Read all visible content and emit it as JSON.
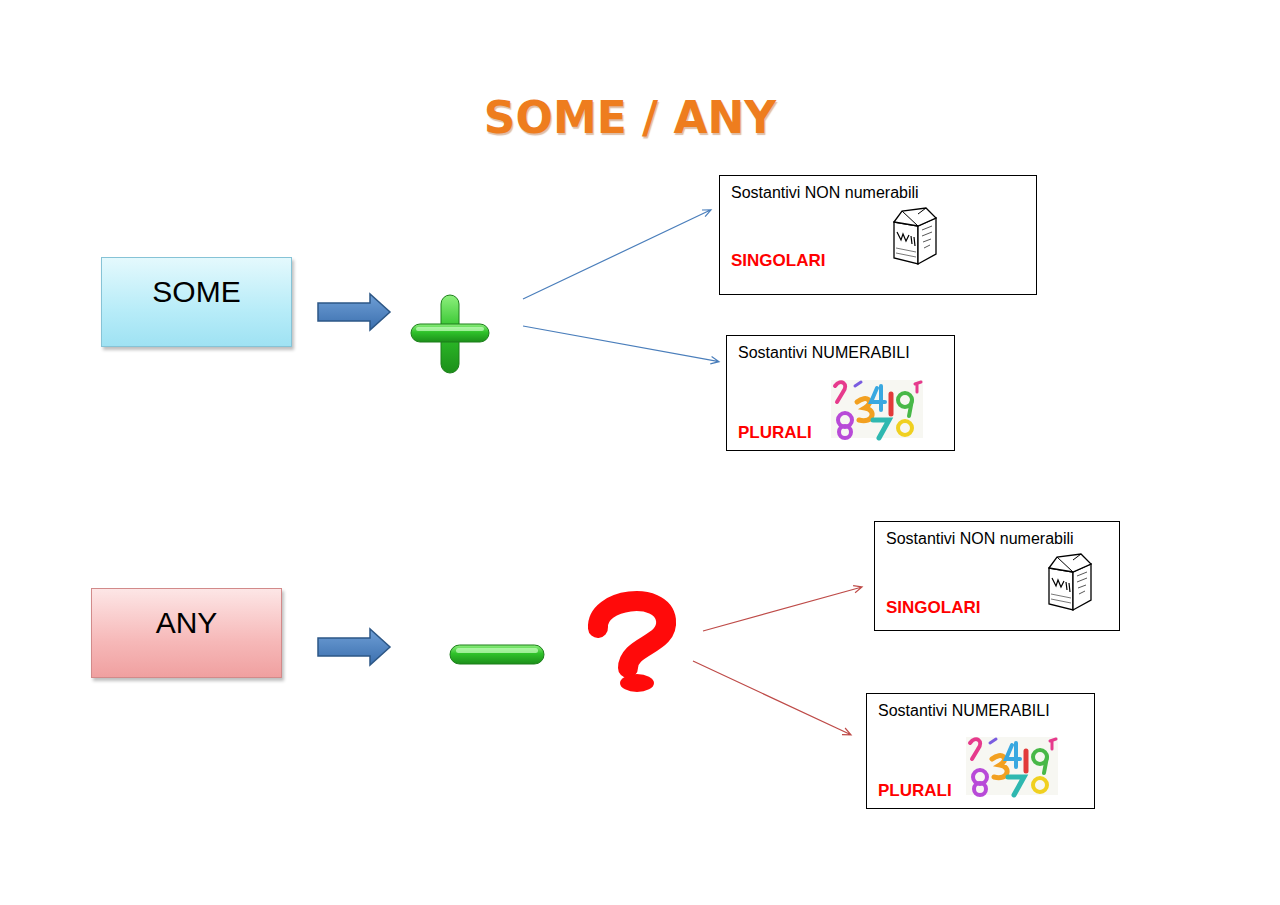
{
  "diagram": {
    "title": "SOME / ANY",
    "nodes": [
      {
        "text": [
          "SOME"
        ]
      },
      {
        "text": [
          "Sostantivi NON numerabili",
          "SINGOLARI"
        ]
      },
      {
        "text": [
          "Sostantivi NUMERABILI",
          "PLURALI"
        ]
      },
      {
        "text": [
          "ANY"
        ]
      },
      {
        "text": [
          "Sostantivi NON numerabili",
          "SINGOLARI"
        ]
      },
      {
        "text": [
          "Sostantivi NUMERABILI",
          "PLURALI"
        ]
      }
    ],
    "edges": [
      {
        "from": 0,
        "to": 1,
        "arrow": "to"
      },
      {
        "from": 0,
        "to": 2,
        "arrow": "to"
      },
      {
        "from": 3,
        "to": 4,
        "arrow": "to"
      },
      {
        "from": 3,
        "to": 5,
        "arrow": "to"
      }
    ]
  }
}
